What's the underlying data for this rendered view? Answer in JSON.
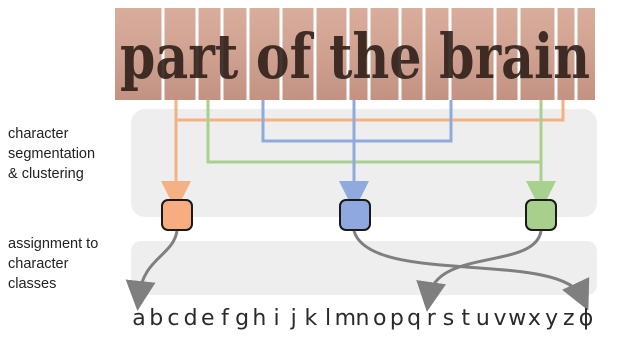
{
  "scan_word_text": "part of the brain",
  "labels": {
    "segmentation": [
      "character",
      "segmentation",
      "& clustering"
    ],
    "assignment": [
      "assignment to",
      "character",
      "classes"
    ]
  },
  "alphabet": [
    "a",
    "b",
    "c",
    "d",
    "e",
    "f",
    "g",
    "h",
    "i",
    "j",
    "k",
    "l",
    "m",
    "n",
    "o",
    "p",
    "q",
    "r",
    "s",
    "t",
    "u",
    "v",
    "w",
    "x",
    "y",
    "z",
    "ϕ"
  ],
  "colors": {
    "orange": "#f4b183",
    "orange_fill": "#f6ad80",
    "blue": "#8faadc",
    "blue_fill": "#8fa9e0",
    "green": "#a9d18e",
    "green_fill": "#a8d08c",
    "panel": "#eeeeee",
    "arrow_gray": "#7f7f7f"
  },
  "clusters": [
    {
      "name": "orange",
      "target_letter": "a"
    },
    {
      "name": "blue",
      "target_letter": "ϕ"
    },
    {
      "name": "green",
      "target_letter": "r"
    }
  ]
}
